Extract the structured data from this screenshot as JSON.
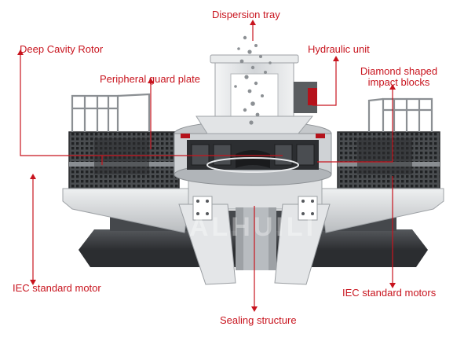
{
  "labels": {
    "dispersion_tray": "Dispersion tray",
    "deep_cavity_rotor": "Deep Cavity Rotor",
    "hydraulic_unit": "Hydraulic unit",
    "peripheral_guard_plate": "Peripheral guard plate",
    "diamond_blocks_line1": "Diamond shaped",
    "diamond_blocks_line2": "impact blocks",
    "iec_motor_left": "IEC standard motor",
    "iec_motors_right": "IEC standard motors",
    "sealing_structure": "Sealing structure"
  },
  "watermark": "ALHUILI",
  "colors": {
    "callout": "#c8141e",
    "steel_dark": "#3a3d40",
    "steel_mid": "#6e7276",
    "steel_light": "#d8dadc",
    "rotor_red": "#b5121b"
  }
}
